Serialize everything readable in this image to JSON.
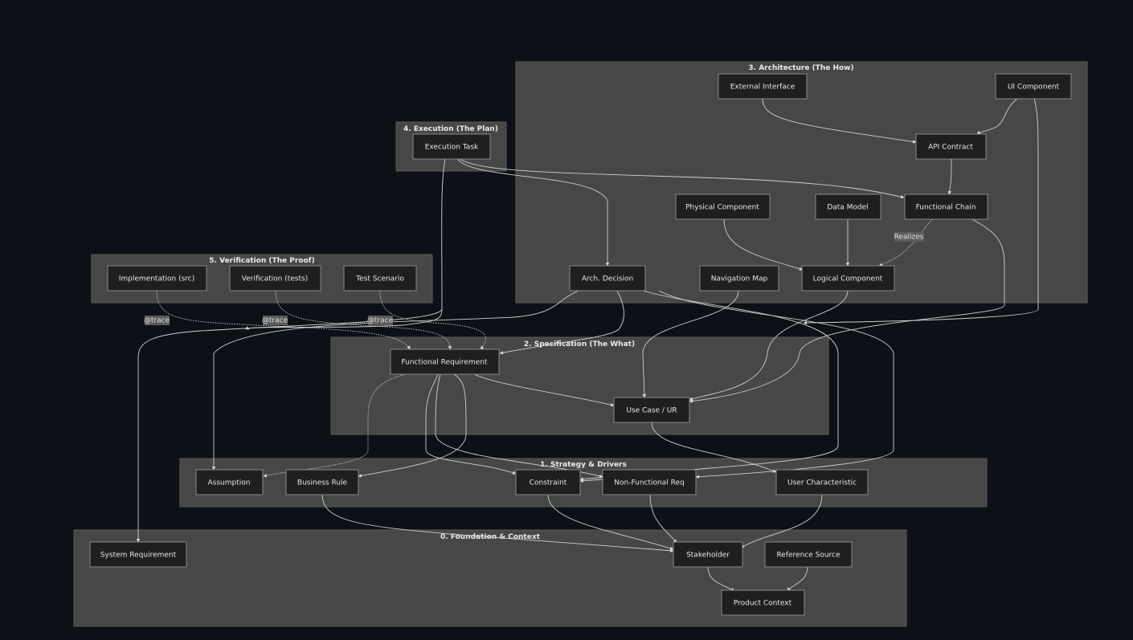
{
  "clusters": {
    "foundation": "0. Foundation & Context",
    "strategy": "1. Strategy & Drivers",
    "specification": "2. Specification (The What)",
    "architecture": "3. Architecture (The How)",
    "execution": "4. Execution (The Plan)",
    "verification": "5. Verification (The Proof)"
  },
  "nodes": {
    "system_requirement": "System Requirement",
    "stakeholder": "Stakeholder",
    "reference_source": "Reference Source",
    "product_context": "Product Context",
    "assumption": "Assumption",
    "business_rule": "Business Rule",
    "constraint": "Constraint",
    "non_functional_req": "Non-Functional Req",
    "user_characteristic": "User Characteristic",
    "functional_requirement": "Functional Requirement",
    "use_case": "Use Case / UR",
    "external_interface": "External Interface",
    "ui_component": "UI Component",
    "api_contract": "API Contract",
    "physical_component": "Physical Component",
    "data_model": "Data Model",
    "functional_chain": "Functional Chain",
    "arch_decision": "Arch. Decision",
    "navigation_map": "Navigation Map",
    "logical_component": "Logical Component",
    "execution_task": "Execution Task",
    "implementation": "Implementation (src)",
    "verification_tests": "Verification (tests)",
    "test_scenario": "Test Scenario"
  },
  "edge_labels": {
    "realizes": "Realizes",
    "trace_impl": "@trace",
    "trace_tests": "@trace",
    "trace_scenario": "@trace"
  }
}
